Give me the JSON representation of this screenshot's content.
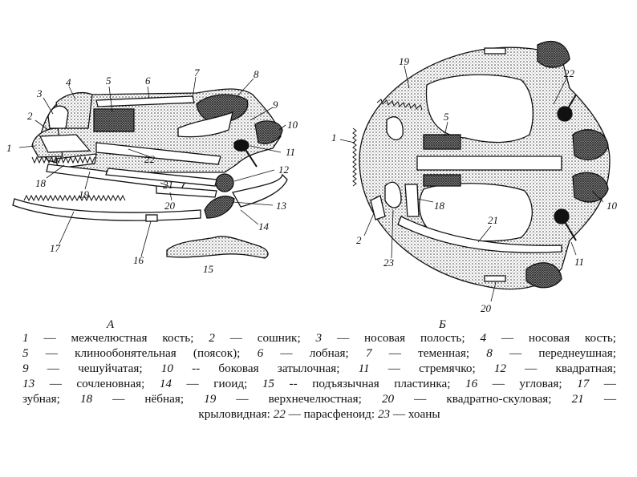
{
  "panels": {
    "a": "А",
    "b": "Б"
  },
  "labels_a": [
    "1",
    "2",
    "3",
    "4",
    "5",
    "6",
    "7",
    "8",
    "9",
    "10",
    "11",
    "12",
    "13",
    "14",
    "15",
    "16",
    "17",
    "18",
    "19",
    "20",
    "21",
    "22"
  ],
  "labels_b": [
    "19",
    "22",
    "1",
    "5",
    "18",
    "10",
    "21",
    "2",
    "23",
    "11",
    "20"
  ],
  "caption": [
    [
      {
        "n": "1",
        "t": " — межчелюстная кость; "
      },
      {
        "n": "2",
        "t": " — сошник; "
      },
      {
        "n": "3",
        "t": " — носовая полость; "
      },
      {
        "n": "4",
        "t": " — носовая кость;"
      }
    ],
    [
      {
        "n": "5",
        "t": " — клинообонятельная (поясок); "
      },
      {
        "n": "6",
        "t": " — лобная; "
      },
      {
        "n": "7",
        "t": " — теменная; "
      },
      {
        "n": "8",
        "t": " — переднеушная;"
      }
    ],
    [
      {
        "n": "9",
        "t": " — чешуйчатая; "
      },
      {
        "n": "10",
        "t": " -- боковая затылочная; "
      },
      {
        "n": "11",
        "t": " — стремячко; "
      },
      {
        "n": "12",
        "t": " — квадратная;"
      }
    ],
    [
      {
        "n": "13",
        "t": " — сочленовная; "
      },
      {
        "n": "14",
        "t": " — гиоид; "
      },
      {
        "n": "15",
        "t": " -- подъязычная пластинка; "
      },
      {
        "n": "16",
        "t": " — угловая; "
      },
      {
        "n": "17",
        "t": " —"
      }
    ],
    [
      {
        "n": "",
        "t": "зубная; "
      },
      {
        "n": "18",
        "t": " — нёбная; "
      },
      {
        "n": "19",
        "t": " — верхнечелюстная; "
      },
      {
        "n": "20",
        "t": " — квадратно-скуловая; "
      },
      {
        "n": "21",
        "t": " —"
      }
    ],
    [
      {
        "n": "",
        "t": "крыловидная: "
      },
      {
        "n": "22",
        "t": " — парасфеноид: "
      },
      {
        "n": "23",
        "t": " — хоаны"
      }
    ]
  ]
}
